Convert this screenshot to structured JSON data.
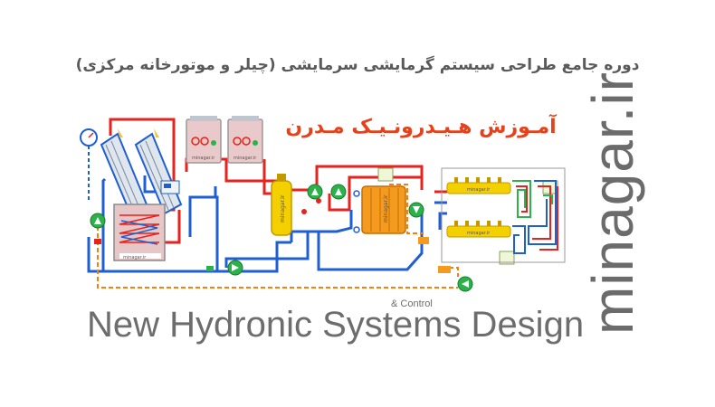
{
  "header": {
    "title_fa": "دوره جامع طراحی سیستم گرمایشی سرمایشی (چیلر و موتورخانه مرکزی)"
  },
  "course": {
    "title_fa": "آمـوزش هـیـدرونـیـک مـدرن"
  },
  "brand": {
    "site": "minagar.ir",
    "label_small": "minagar.ir"
  },
  "footer": {
    "title_en": "New Hydronic Systems Design",
    "subtitle_en": "& Control"
  },
  "colors": {
    "hot": "#e8221c",
    "cold": "#1f5fd1",
    "return_dashed": "#f07f1a",
    "pump": "#2bb24a",
    "header_yellow": "#f5d000",
    "boiler_body": "#e4c9c9",
    "text_gray": "#6b6b6b",
    "accent_orange": "#e8411a"
  }
}
